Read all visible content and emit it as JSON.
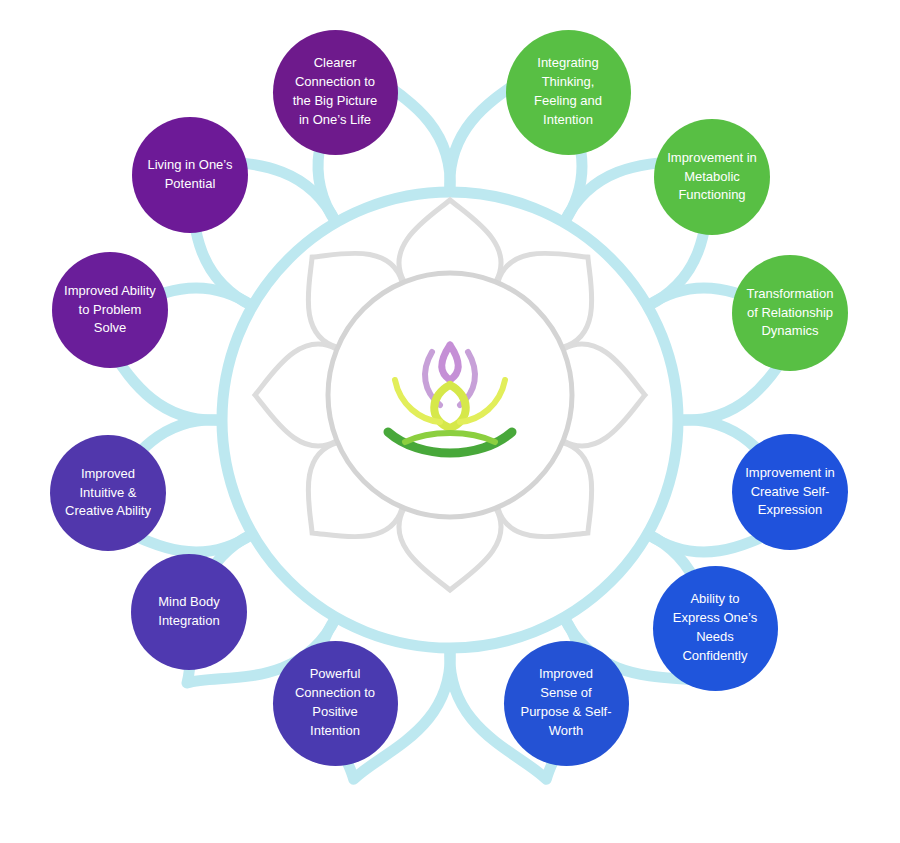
{
  "diagram": {
    "nodes": [
      {
        "text": [
          "Clearer Connection to the Big Picture in One’s Life"
        ]
      },
      {
        "text": [
          "Integrating Thinking, Feeling and Intention"
        ]
      },
      {
        "text": [
          "Improvement in Metabolic Functioning"
        ]
      },
      {
        "text": [
          "Transformation of Relationship Dynamics"
        ]
      },
      {
        "text": [
          "Improvement in Creative Self-Expression"
        ]
      },
      {
        "text": [
          "Ability to Express One’s Needs Confidently"
        ]
      },
      {
        "text": [
          "Improved Sense of Purpose & Self-Worth"
        ]
      },
      {
        "text": [
          "Powerful Connection to Positive Intention"
        ]
      },
      {
        "text": [
          "Mind Body Integration"
        ]
      },
      {
        "text": [
          "Improved Intuitive & Creative Ability"
        ]
      },
      {
        "text": [
          "Improved Ability to Problem Solve"
        ]
      },
      {
        "text": [
          "Living in One’s Potential"
        ]
      }
    ]
  }
}
